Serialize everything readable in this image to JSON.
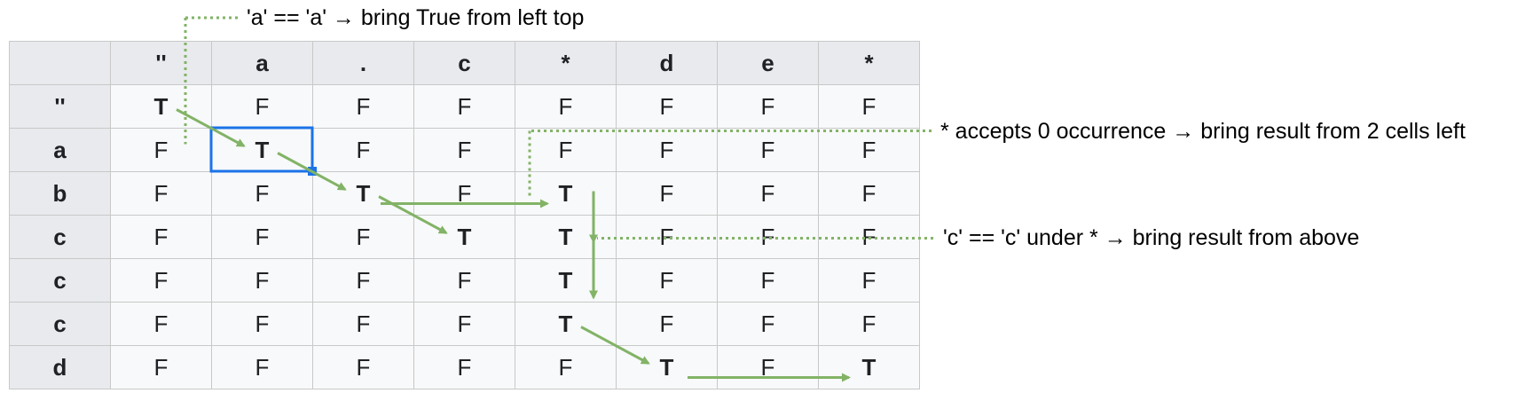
{
  "table": {
    "col_headers": [
      "''",
      "a",
      ".",
      "c",
      "*",
      "d",
      "e",
      "*"
    ],
    "row_headers": [
      "''",
      "a",
      "b",
      "c",
      "c",
      "c",
      "d"
    ],
    "cells": [
      [
        "T",
        "F",
        "F",
        "F",
        "F",
        "F",
        "F",
        "F"
      ],
      [
        "F",
        "T",
        "F",
        "F",
        "F",
        "F",
        "F",
        "F"
      ],
      [
        "F",
        "F",
        "T",
        "F",
        "T",
        "F",
        "F",
        "F"
      ],
      [
        "F",
        "F",
        "F",
        "T",
        "T",
        "F",
        "F",
        "F"
      ],
      [
        "F",
        "F",
        "F",
        "F",
        "T",
        "F",
        "F",
        "F"
      ],
      [
        "F",
        "F",
        "F",
        "F",
        "T",
        "F",
        "F",
        "F"
      ],
      [
        "F",
        "F",
        "F",
        "F",
        "F",
        "T",
        "F",
        "T"
      ]
    ],
    "selected_cell": [
      1,
      1
    ]
  },
  "annotations": {
    "match": "'a' == 'a' → bring True from left top",
    "star_zero": "* accepts 0 occurrence → bring result from 2 cells left",
    "star_above": "'c' == 'c' under * → bring result from above"
  },
  "colors": {
    "arrow": "#82b366",
    "selection": "#1a73e8",
    "header_bg": "#e8eaed",
    "cell_bg": "#f8f9fa",
    "grid_line": "#c8c8c8"
  }
}
